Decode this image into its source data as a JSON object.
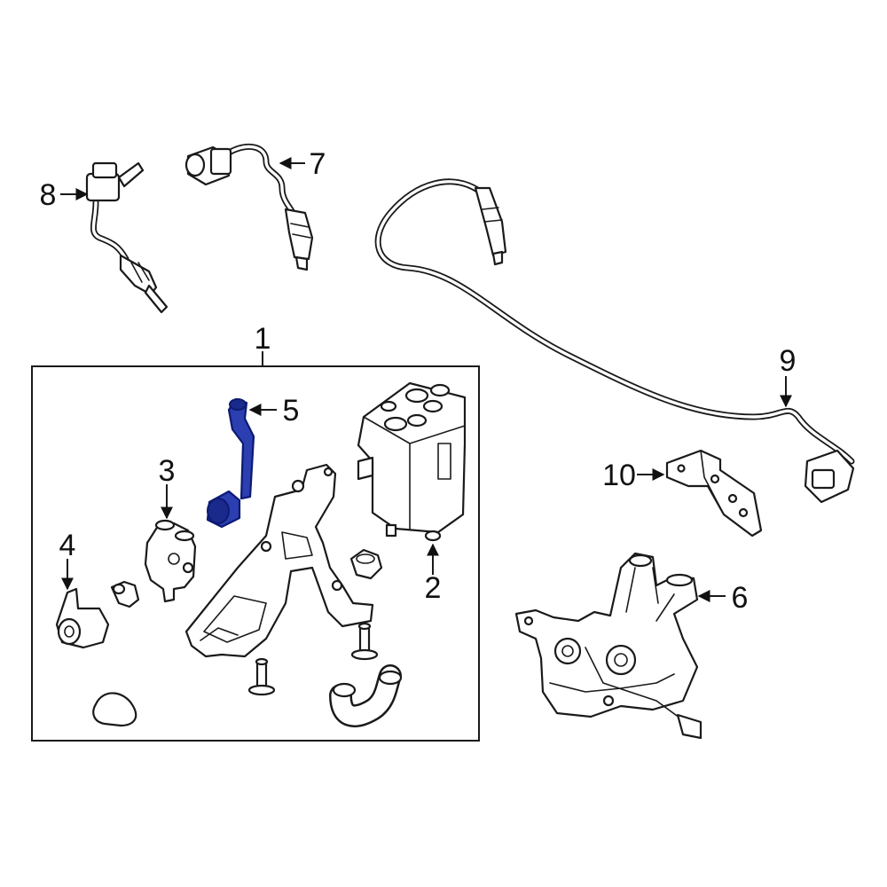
{
  "diagram": {
    "callouts": [
      {
        "id": "1",
        "label": "1"
      },
      {
        "id": "2",
        "label": "2"
      },
      {
        "id": "3",
        "label": "3"
      },
      {
        "id": "4",
        "label": "4"
      },
      {
        "id": "5",
        "label": "5"
      },
      {
        "id": "6",
        "label": "6"
      },
      {
        "id": "7",
        "label": "7"
      },
      {
        "id": "8",
        "label": "8"
      },
      {
        "id": "9",
        "label": "9"
      },
      {
        "id": "10",
        "label": "10"
      }
    ],
    "highlight_part": "5",
    "colors": {
      "highlight": "#2b3fb0",
      "line": "#1a1a1a",
      "background": "#ffffff"
    }
  }
}
